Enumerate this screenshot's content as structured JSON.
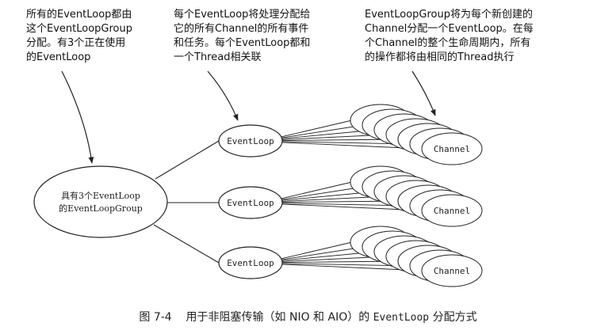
{
  "annotations": {
    "group": [
      "所有的EventLoop都由",
      "这个EventLoopGroup",
      "分配。有3个正在使用",
      "的EventLoop"
    ],
    "loop": [
      "每个EventLoop将处理分配给",
      "它的所有Channel的所有事件",
      "和任务。每个EventLoop都和",
      "一个Thread相关联"
    ],
    "channel": [
      "EventLoopGroup将为每个新创建的",
      "Channel分配一个EventLoop。在每",
      "个Channel的整个生命周期内，所有",
      "的操作都将由相同的Thread执行"
    ]
  },
  "group_node": {
    "line1": "具有3个EventLoop",
    "line2": "的EventLoopGroup"
  },
  "event_loops": [
    {
      "label": "EventLoop",
      "channel_label": "Channel"
    },
    {
      "label": "EventLoop",
      "channel_label": "Channel"
    },
    {
      "label": "EventLoop",
      "channel_label": "Channel"
    }
  ],
  "caption": {
    "figure": "图 7-4",
    "text_before": "用于非阻塞传输（如 NIO 和 AIO）的",
    "code": "EventLoop",
    "text_after": "分配方式"
  }
}
